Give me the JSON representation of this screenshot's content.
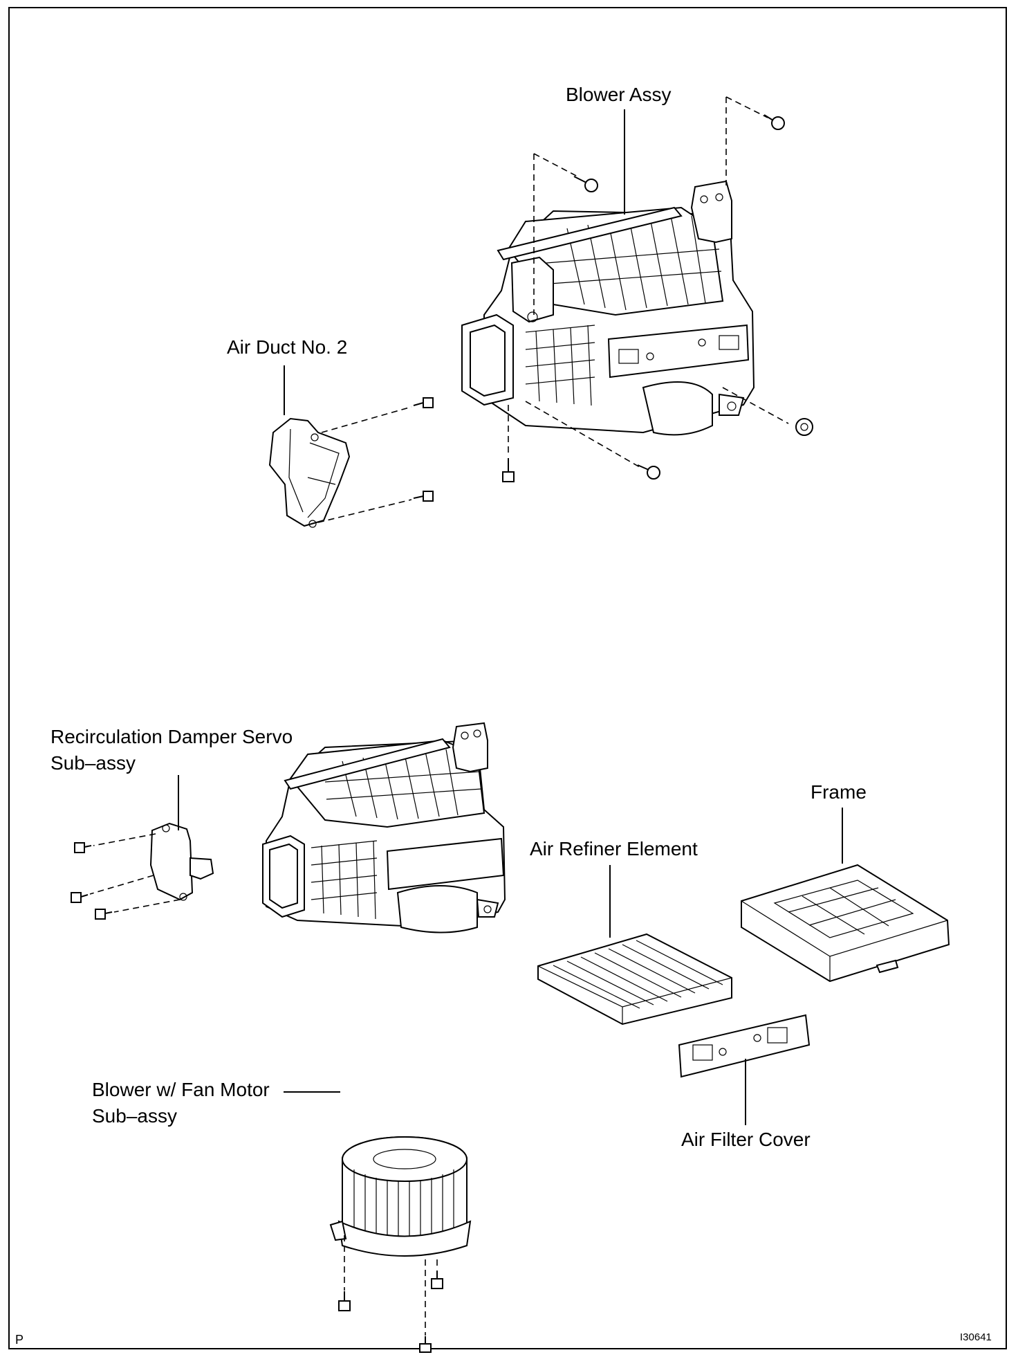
{
  "labels": {
    "blower_assy": "Blower Assy",
    "air_duct_no2": "Air Duct No. 2",
    "recirc_servo_line1": "Recirculation Damper Servo",
    "recirc_servo_line2": "Sub–assy",
    "frame": "Frame",
    "air_refiner_element": "Air Refiner Element",
    "blower_fan_motor_line1": "Blower w/ Fan Motor",
    "blower_fan_motor_line2": "Sub–assy",
    "air_filter_cover": "Air Filter Cover"
  },
  "footer": {
    "left_mark": "P",
    "figure_code": "I30641"
  }
}
